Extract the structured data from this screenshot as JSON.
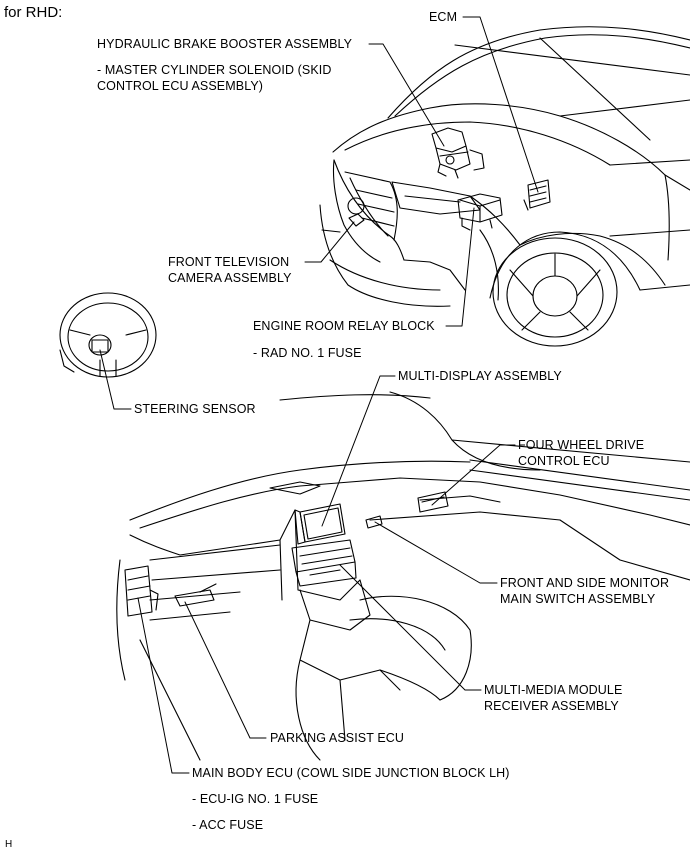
{
  "heading": "for RHD:",
  "footer_code": "H",
  "labels": {
    "ecm": "ECM",
    "brake_booster": "HYDRAULIC BRAKE BOOSTER ASSEMBLY",
    "brake_sub_1": "- MASTER CYLINDER SOLENOID (SKID",
    "brake_sub_2": "CONTROL ECU ASSEMBLY)",
    "front_tv_1": "FRONT TELEVISION",
    "front_tv_2": "CAMERA ASSEMBLY",
    "engine_relay": "ENGINE ROOM RELAY BLOCK",
    "engine_relay_sub": "- RAD NO. 1 FUSE",
    "steering": "STEERING SENSOR",
    "multi_display": "MULTI-DISPLAY ASSEMBLY",
    "fwd_1": "FOUR WHEEL DRIVE",
    "fwd_2": "CONTROL ECU",
    "monitor_1": "FRONT AND SIDE MONITOR",
    "monitor_2": "MAIN SWITCH ASSEMBLY",
    "media_1": "MULTI-MEDIA MODULE",
    "media_2": "RECEIVER ASSEMBLY",
    "parking": "PARKING ASSIST ECU",
    "main_body": "MAIN BODY ECU (COWL SIDE JUNCTION BLOCK LH)",
    "main_body_sub_1": "- ECU-IG NO. 1 FUSE",
    "main_body_sub_2": "- ACC FUSE"
  }
}
